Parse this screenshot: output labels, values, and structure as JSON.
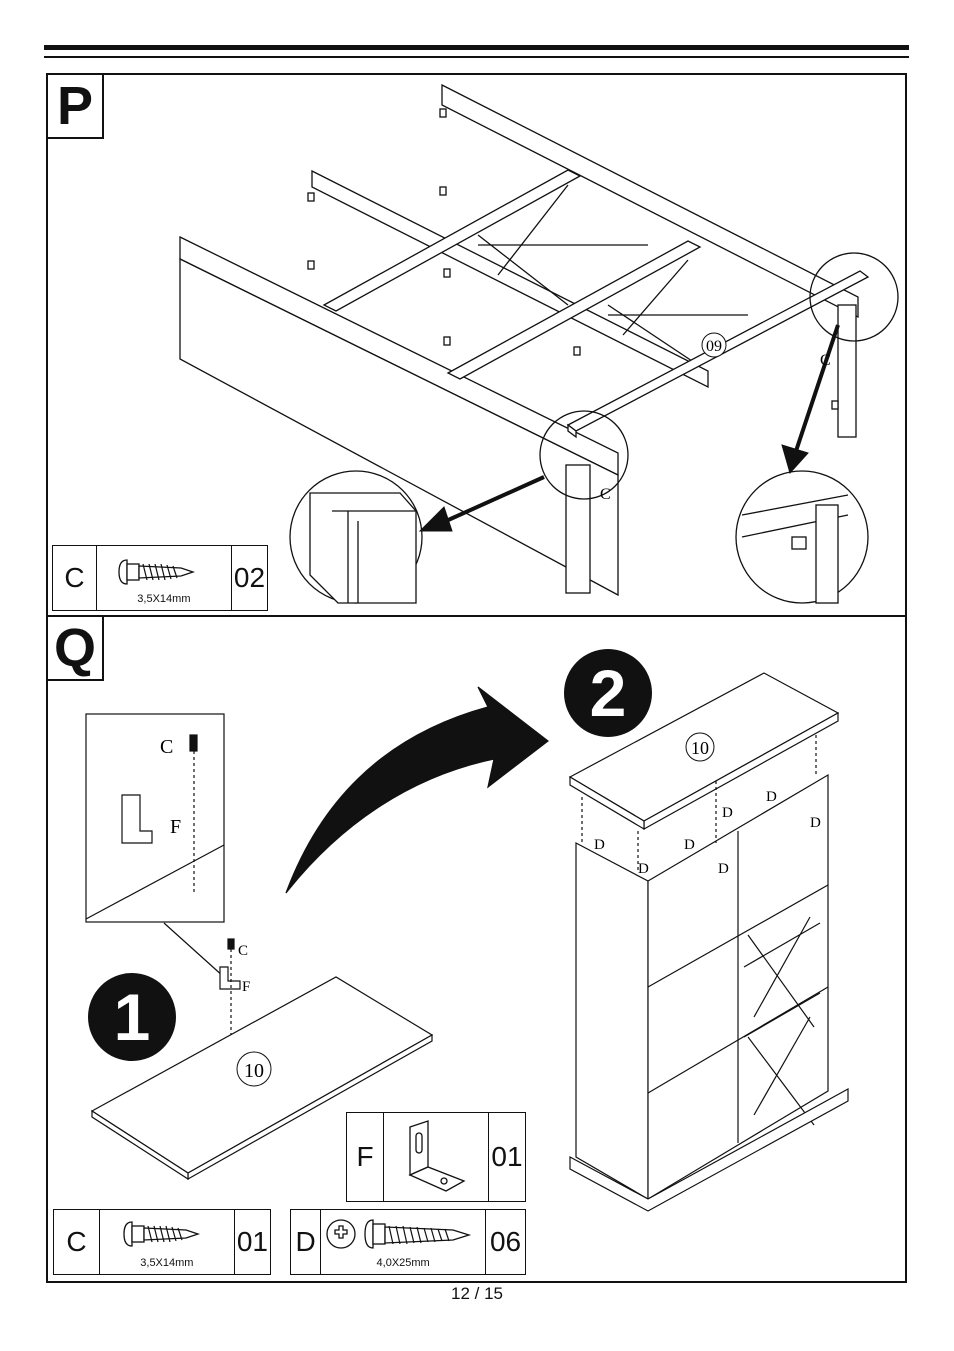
{
  "sections": [
    {
      "letter": "P",
      "part_label": "09",
      "screw_callouts": [
        "C",
        "C"
      ],
      "parts": [
        {
          "code": "C",
          "qty": "02",
          "size": "3,5X14mm",
          "icon": "screw-icon"
        }
      ]
    },
    {
      "letter": "Q",
      "steps": [
        "1",
        "2"
      ],
      "step1": {
        "part_label": "10",
        "callouts": [
          "C",
          "F",
          "C",
          "F"
        ]
      },
      "step2": {
        "part_label": "10",
        "callouts": [
          "D",
          "D",
          "D",
          "D",
          "D",
          "D",
          "D"
        ]
      },
      "parts": [
        {
          "code": "F",
          "qty": "01",
          "size": "",
          "icon": "angle-bracket-icon"
        },
        {
          "code": "C",
          "qty": "01",
          "size": "3,5X14mm",
          "icon": "screw-icon"
        },
        {
          "code": "D",
          "qty": "06",
          "size": "4,0X25mm",
          "icon": "screw-icon"
        }
      ]
    }
  ],
  "page": {
    "number": "12 / 15"
  }
}
